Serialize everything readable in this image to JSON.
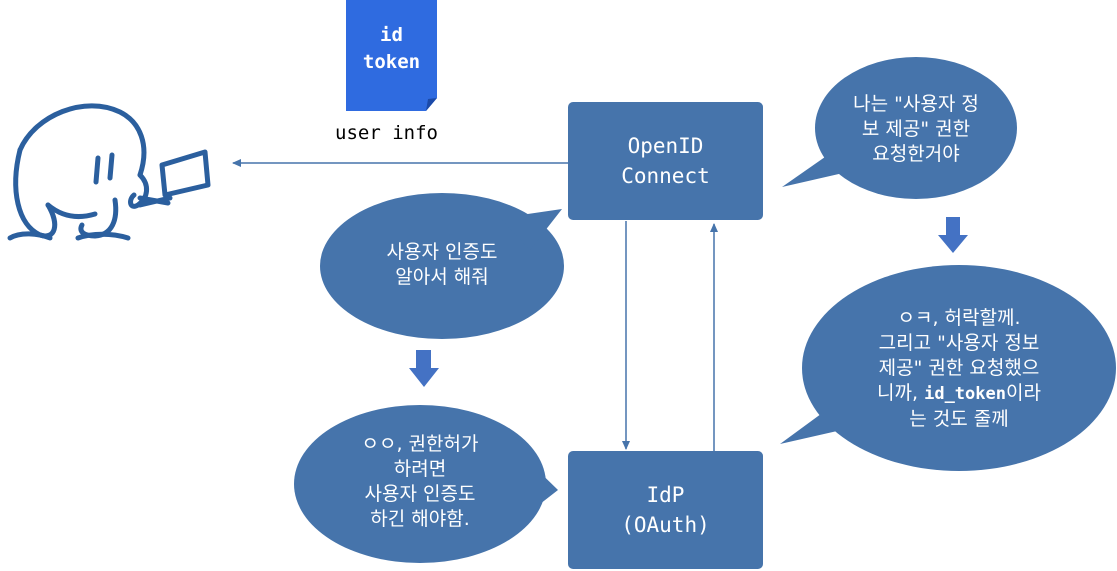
{
  "colors": {
    "box": "#4674ab",
    "document": "#2f6be0",
    "arrow_line": "#4674ab",
    "down_arrow": "#4472c4",
    "figure_stroke": "#2b5f9e"
  },
  "document": {
    "label": "id\ntoken"
  },
  "user_info_label": "user info",
  "boxes": {
    "openid": "OpenID\nConnect",
    "idp": "IdP\n(OAuth)"
  },
  "bubbles": {
    "top_right": "나는 \"사용자 정\n보 제공\" 권한\n요청한거야",
    "middle_left": "사용자 인증도\n알아서 해줘",
    "bottom_left": "ㅇㅇ, 권한허가\n하려면\n사용자 인증도\n하긴 해야함.",
    "bottom_right": {
      "line1": "ㅇㅋ, 허락할께.",
      "line2": "그리고 \"사용자 정보",
      "line3": "제공\" 권한 요청했으",
      "line4_prefix": "니까, ",
      "line4_code": "id_token",
      "line4_suffix": "이라",
      "line5": "는 것도 줄께"
    }
  },
  "icons": {
    "figure": "stick-figure-with-laptop-icon",
    "document": "document-icon",
    "down_arrow": "down-arrow-icon"
  }
}
